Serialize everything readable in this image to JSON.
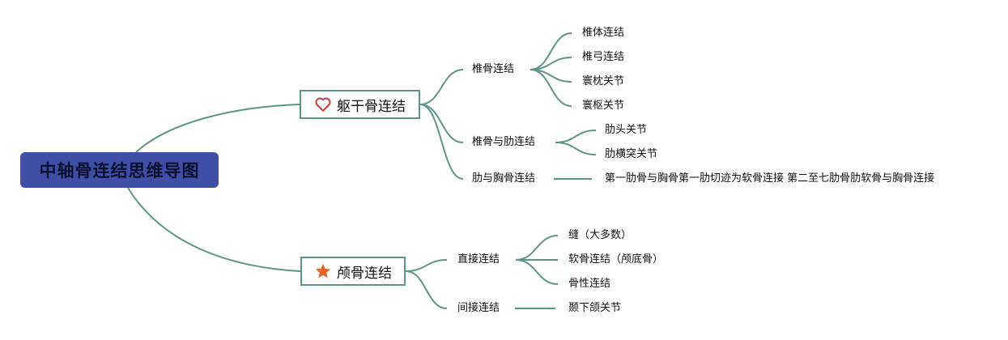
{
  "colors": {
    "connector": "#5d9488",
    "root_background": "#3f4fa6",
    "root_text": "#0b1030",
    "branch_border": "#5d9488",
    "heart_icon": "#c93a3a",
    "star_icon": "#e0672a"
  },
  "root": {
    "label": "中轴骨连结思维导图"
  },
  "branches": {
    "trunk": {
      "icon": "heart-outline-icon",
      "label": "躯干骨连结",
      "topics": {
        "vertebral": {
          "label": "椎骨连结",
          "items": [
            "椎体连结",
            "椎弓连结",
            "寰枕关节",
            "寰枢关节"
          ]
        },
        "rib_vertebral": {
          "label": "椎骨与肋连结",
          "items": [
            "肋头关节",
            "肋横突关节"
          ]
        },
        "rib_sternal": {
          "label": "肋与胸骨连结",
          "items": [
            "第一肋骨与胸骨第一肋切迹为软骨连接 第二至七肋骨肋软骨与胸骨连接"
          ]
        }
      }
    },
    "skull": {
      "icon": "star-icon",
      "label": "颅骨连结",
      "topics": {
        "direct": {
          "label": "直接连结",
          "items": [
            "缝（大多数）",
            "软骨连结（颅底骨）",
            "骨性连结"
          ]
        },
        "indirect": {
          "label": "间接连结",
          "items": [
            "颞下颌关节"
          ]
        }
      }
    }
  }
}
